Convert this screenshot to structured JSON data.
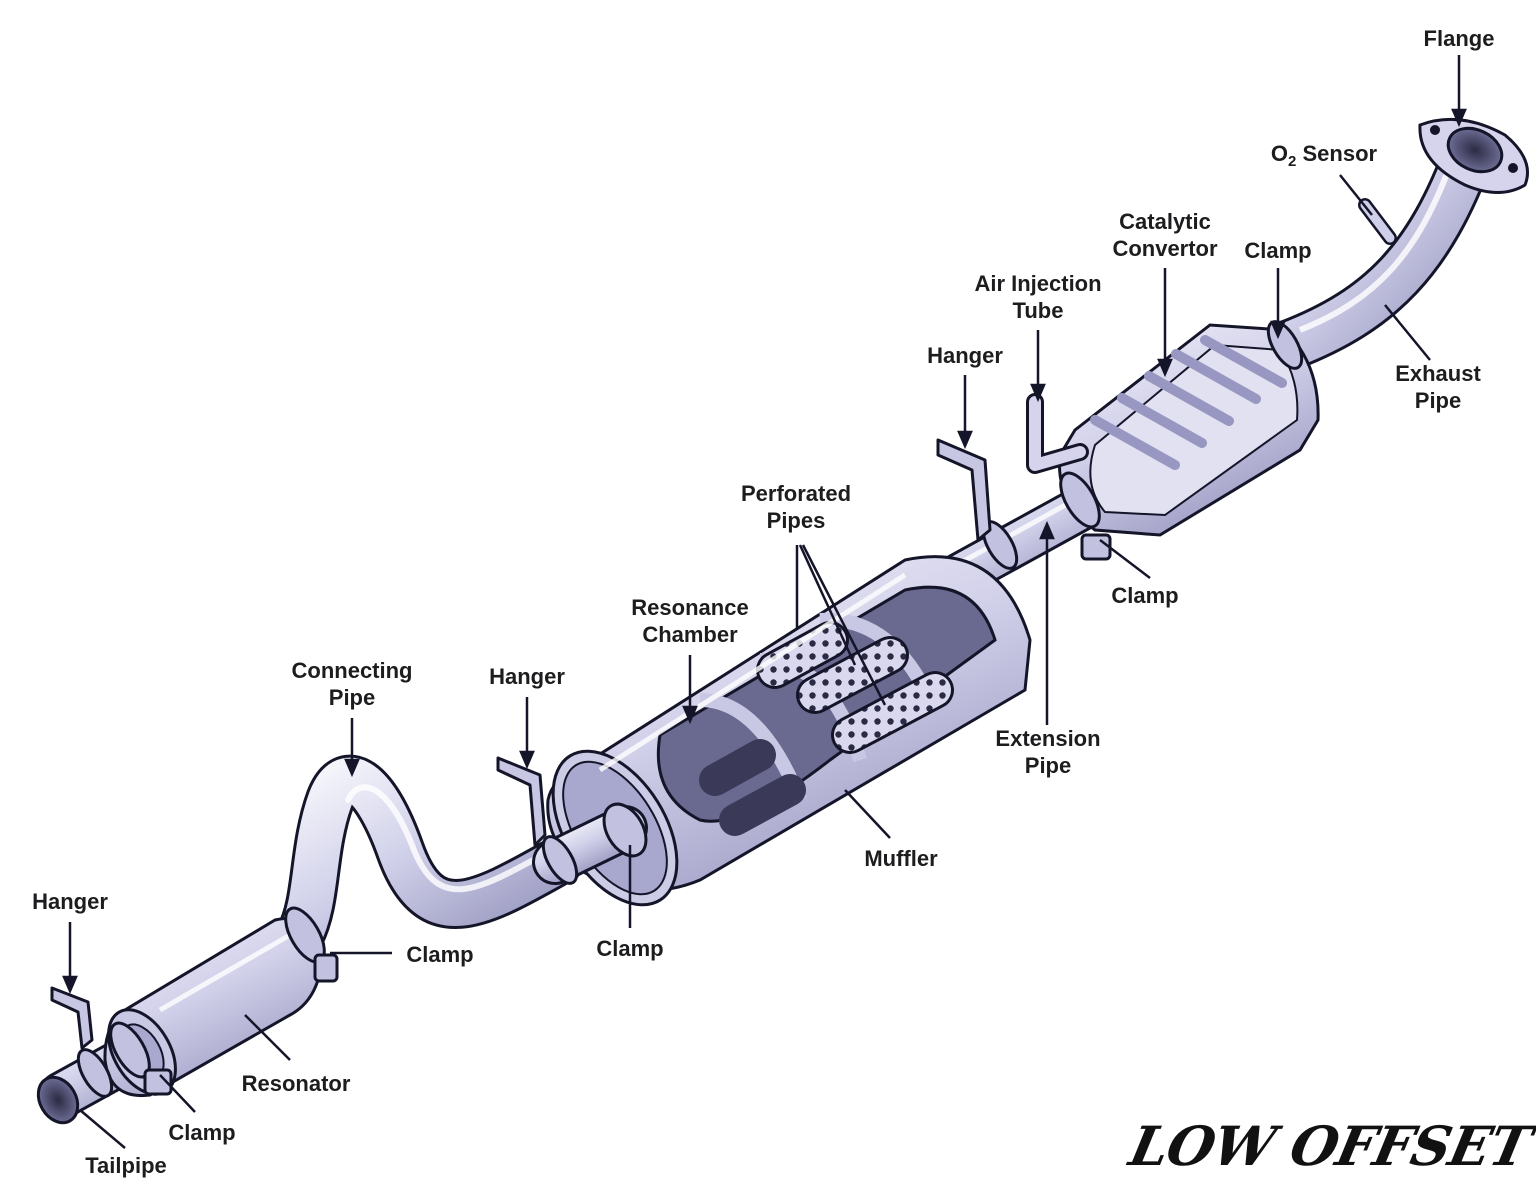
{
  "colors": {
    "metal": "#d5d4ec",
    "metal_light": "#f3f3fb",
    "metal_dark": "#8d8cb6",
    "interior": "#505070",
    "outline": "#15152a"
  },
  "labels": {
    "flange": "Flange",
    "o2_sensor_o": "O",
    "o2_sensor_sub": "2",
    "o2_sensor_rest": "Sensor",
    "catalytic_convertor": [
      "Catalytic",
      "Convertor"
    ],
    "clamp_cat_front": "Clamp",
    "air_injection_tube": [
      "Air Injection",
      "Tube"
    ],
    "hanger_top": "Hanger",
    "exhaust_pipe": [
      "Exhaust",
      "Pipe"
    ],
    "perforated_pipes": [
      "Perforated",
      "Pipes"
    ],
    "clamp_cat_rear": "Clamp",
    "resonance_chamber": [
      "Resonance",
      "Chamber"
    ],
    "connecting_pipe": [
      "Connecting",
      "Pipe"
    ],
    "hanger_middle": "Hanger",
    "extension_pipe": [
      "Extension",
      "Pipe"
    ],
    "muffler": "Muffler",
    "hanger_left": "Hanger",
    "clamp_resonator_front": "Clamp",
    "clamp_muffler": "Clamp",
    "resonator": "Resonator",
    "clamp_resonator_rear": "Clamp",
    "tailpipe": "Tailpipe"
  },
  "logo": {
    "text": "LOW OFFSET"
  }
}
